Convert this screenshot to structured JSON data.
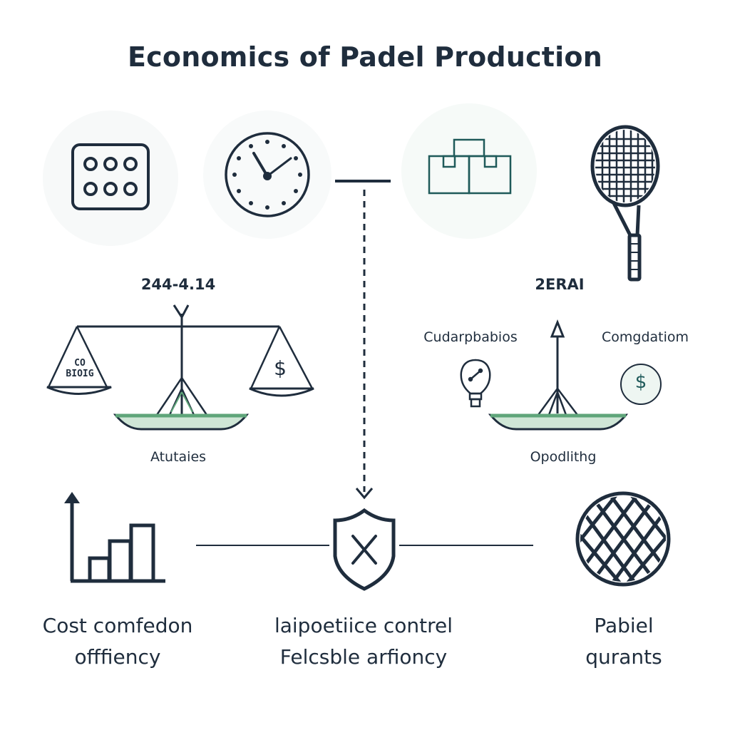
{
  "title": "Economics of Padel Production",
  "colors": {
    "ink": "#1f2d3d",
    "teal": "#1f5a5a",
    "green": "#5fa57a",
    "green_light": "#cfe6d6",
    "coin_bg": "#eef6f2"
  },
  "top_row": {
    "icons": [
      {
        "name": "dots-panel-icon"
      },
      {
        "name": "clock-icon"
      },
      {
        "name": "connector-bar"
      },
      {
        "name": "boxes-icon"
      },
      {
        "name": "padel-racket-icon"
      }
    ]
  },
  "left_balance": {
    "value_label": "244-4.14",
    "left_pan_text_line1": "CO",
    "left_pan_text_line2": "BIOIG",
    "right_pan_symbol": "$",
    "caption": "Atutaies"
  },
  "right_balance": {
    "value_label": "2ERAI",
    "left_label": "Cudarpbabios",
    "right_label": "Comgdatiom",
    "coin_symbol": "$",
    "caption": "Opodlithg"
  },
  "bottom_row": {
    "items": [
      {
        "icon": "bar-chart-icon",
        "line1": "Cost comfedon",
        "line2": "offfiency"
      },
      {
        "icon": "shield-x-icon",
        "line1": "laipoetiice contrel",
        "line2": "Felcsble arfioncy"
      },
      {
        "icon": "padel-mesh-icon",
        "line1": "Pabiel",
        "line2": "qurants"
      }
    ]
  }
}
